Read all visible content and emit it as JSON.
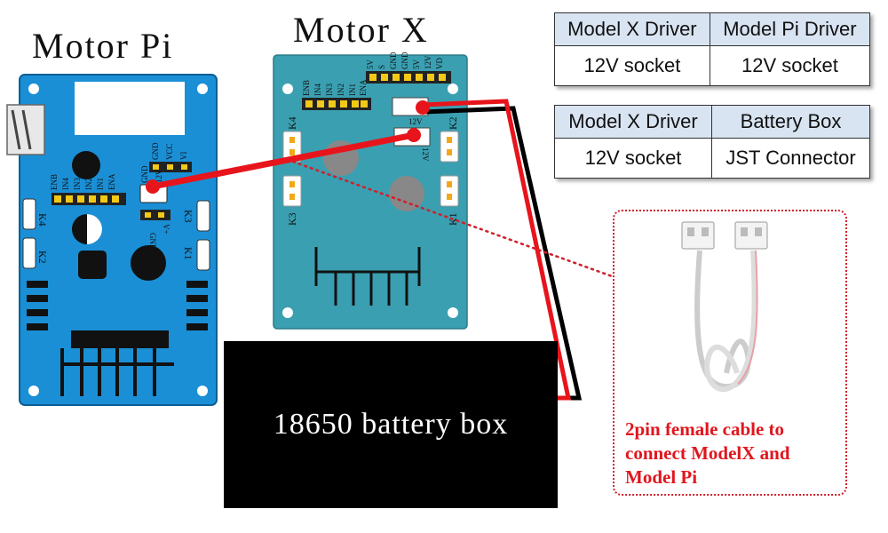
{
  "titles": {
    "motor_pi": "Motor Pi",
    "motor_x": "Motor X"
  },
  "table_x_pi": {
    "headers": [
      "Model X Driver",
      "Model Pi Driver"
    ],
    "row": [
      "12V socket",
      "12V socket"
    ]
  },
  "table_x_battery": {
    "headers": [
      "Model X Driver",
      "Battery Box"
    ],
    "row": [
      "12V socket",
      "JST Connector"
    ]
  },
  "battery_box": {
    "label": "18650 battery box"
  },
  "cable": {
    "caption": "2pin female cable to\nconnect ModelX and\nModel Pi"
  },
  "motor_pi_board": {
    "pins_left": [
      "ENB",
      "IN4",
      "IN3",
      "IN2",
      "IN1",
      "ENA"
    ],
    "pins_power": [
      "GND",
      "VCC",
      "VI"
    ],
    "pins_12v": [
      "GND",
      "12V"
    ],
    "pins_bottom": [
      "GND",
      "V+"
    ],
    "connectors": [
      "K4",
      "K3",
      "K2",
      "K1"
    ]
  },
  "motor_x_board": {
    "pins_left": [
      "ENB",
      "IN4",
      "IN3",
      "IN2",
      "IN1",
      "ENA"
    ],
    "pins_top": [
      "5V",
      "S",
      "GND",
      "GND",
      "5V",
      "12V",
      "VD"
    ],
    "socket_label": "12V",
    "connectors": [
      "K4",
      "K2",
      "K3",
      "K1"
    ]
  },
  "colors": {
    "board_pi": "#1a8fd6",
    "board_x": "#3a9fb1",
    "wire_red": "#e8141c",
    "wire_black": "#000000",
    "header_blue": "#d9e4f2",
    "caption_red": "#e0161e"
  }
}
